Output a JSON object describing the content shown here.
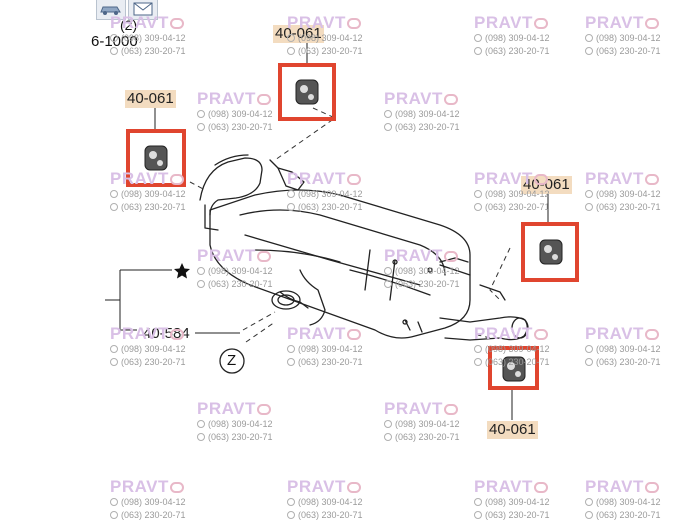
{
  "toolbar": {
    "icons": [
      "car-icon",
      "mail-icon"
    ]
  },
  "diagram": {
    "part_labels": {
      "top": "40-061",
      "left": "40-061",
      "right": "40-061",
      "bottom": "40-061",
      "pipe": "40-584"
    },
    "ref_top_left": "(2)",
    "ref_top_left_code": "6-1000",
    "zone_label": "Z",
    "callout_color": "#e0452f",
    "label_highlight_color": "#f3dcc0"
  },
  "watermark": {
    "brand_prefix": "PRAVT",
    "phone_1": "(098) 309-04-12",
    "phone_2": "(063) 230-20-71",
    "color": "#d9c0e6"
  }
}
